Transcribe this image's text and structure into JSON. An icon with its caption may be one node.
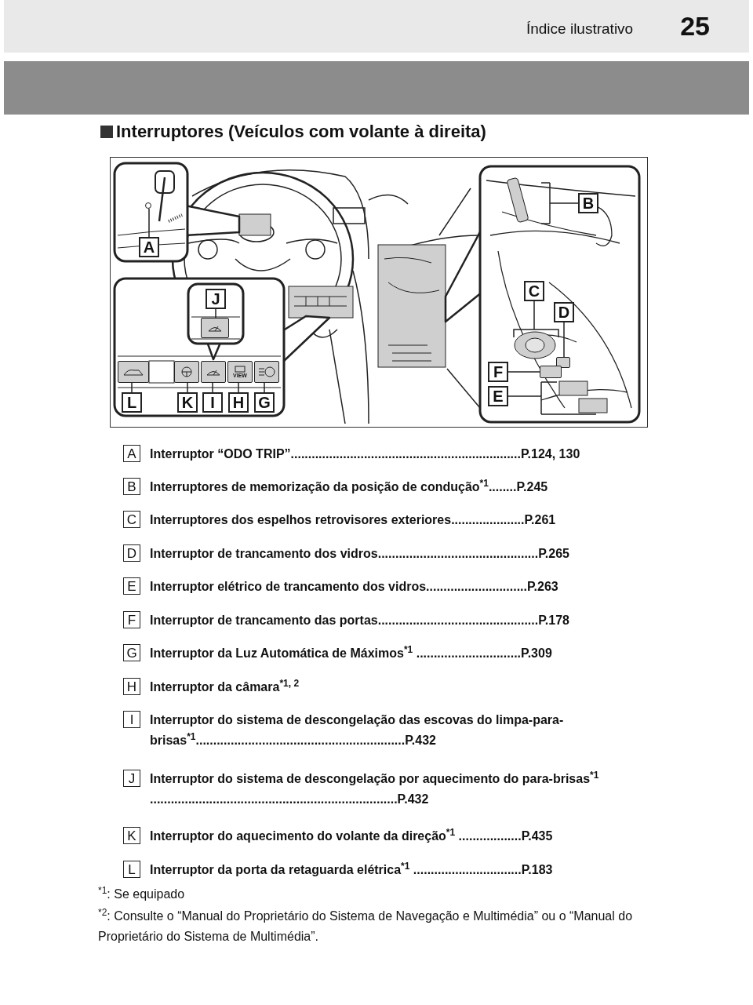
{
  "diagram": {
    "title": "Interruptores (Veículos com volante à direita)",
    "nodes": [
      {
        "text": [
          "A"
        ]
      },
      {
        "text": [
          "B"
        ]
      },
      {
        "text": [
          "C"
        ]
      },
      {
        "text": [
          "D"
        ]
      },
      {
        "text": [
          "E"
        ]
      },
      {
        "text": [
          "F"
        ]
      },
      {
        "text": [
          "G"
        ]
      },
      {
        "text": [
          "H"
        ]
      },
      {
        "text": [
          "I"
        ]
      },
      {
        "text": [
          "J"
        ]
      },
      {
        "text": [
          "K"
        ]
      },
      {
        "text": [
          "L"
        ]
      },
      {
        "text": [
          "A"
        ],
        "beside": [
          "Interruptor “ODO TRIP”..................................................................P.124, 130"
        ]
      },
      {
        "text": [
          "B"
        ],
        "beside": [
          "Interruptores de memorização da posição de condução$^{*1}$........P.245"
        ]
      },
      {
        "text": [
          "C"
        ],
        "beside": [
          "Interruptores dos espelhos retrovisores exteriores.....................P.261"
        ]
      },
      {
        "text": [
          "D"
        ],
        "beside": [
          "Interruptor de trancamento dos vidros..............................................P.265"
        ]
      },
      {
        "text": [
          "E"
        ],
        "beside": [
          "Interruptor elétrico de trancamento dos vidros.............................P.263"
        ]
      },
      {
        "text": [
          "F"
        ],
        "beside": [
          "Interruptor de trancamento das portas..............................................P.178"
        ]
      },
      {
        "text": [
          "G"
        ],
        "beside": [
          "Interruptor da Luz Automática de Máximos$^{*1}$ ..............................P.309"
        ]
      },
      {
        "text": [
          "H"
        ],
        "beside": [
          "Interruptor da câmara$^{*1, 2}$"
        ]
      },
      {
        "text": [
          "I"
        ],
        "beside": [
          "Interruptor do sistema de descongelação das escovas do limpa-para-brisas$^{*1}$............................................................P.432"
        ]
      },
      {
        "text": [
          "J"
        ],
        "beside": [
          "Interruptor do sistema de descongelação por aquecimento do para-brisas$^{*1}$ .......................................................................P.432"
        ]
      },
      {
        "text": [
          "K"
        ],
        "beside": [
          "Interruptor do aquecimento do volante da direção$^{*1}$ ..................P.435"
        ]
      },
      {
        "text": [
          "L"
        ],
        "beside": [
          "Interruptor da porta da retaguarda elétrica$^{*1}$ ...............................P.183"
        ]
      },
      {
        "text": [],
        "shape": "circle"
      },
      {
        "text": [],
        "shape": "box"
      },
      {
        "text": [],
        "shape": "box"
      },
      {
        "text": [],
        "shape": "box"
      },
      {
        "text": [],
        "shape": "box"
      },
      {
        "text": [],
        "shape": "box"
      },
      {
        "text": [],
        "shape": "box"
      },
      {
        "text": [
          "VIEW"
        ]
      },
      {
        "text": [],
        "shape": "box"
      },
      {
        "text": [
          "Índice ilustrativo",
          "25"
        ]
      },
      {
        "text": [],
        "shape": "bar"
      }
    ],
    "edges": [
      {
        "from": 0,
        "to": 24,
        "arrow": "none"
      },
      {
        "from": 1,
        "to": null,
        "arrow": "none"
      },
      {
        "from": 2,
        "to": null,
        "arrow": "none"
      },
      {
        "from": 3,
        "to": 25,
        "arrow": "none"
      },
      {
        "from": 4,
        "to": null,
        "arrow": "none"
      },
      {
        "from": 5,
        "to": 26,
        "arrow": "none"
      },
      {
        "from": 6,
        "to": 32,
        "arrow": "none"
      },
      {
        "from": 7,
        "to": 31,
        "arrow": "none"
      },
      {
        "from": 8,
        "to": 30,
        "arrow": "none"
      },
      {
        "from": 9,
        "to": 27,
        "arrow": "none"
      },
      {
        "from": 10,
        "to": 29,
        "arrow": "none"
      },
      {
        "from": 11,
        "to": 28,
        "arrow": "none"
      }
    ],
    "labels": [
      "$^{*1}$: Se equipado",
      "$^{*2}$: Consulte o “Manual do Proprietário do Sistema de Navegação e Multimédia” ou o “Manual do Proprietário do Sistema de Multimédia”."
    ]
  }
}
